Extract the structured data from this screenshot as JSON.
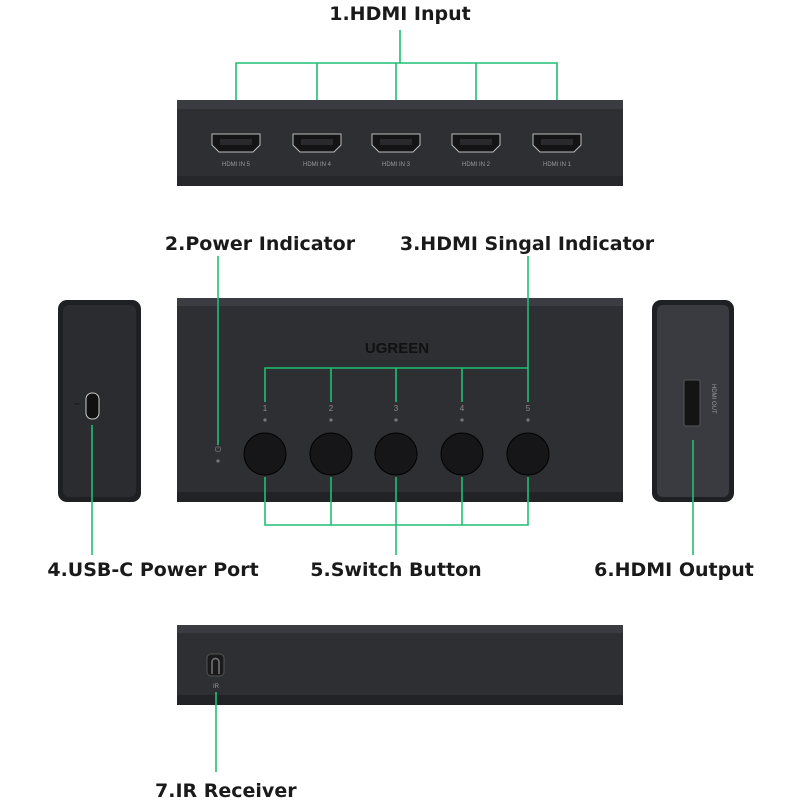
{
  "labels": {
    "hdmi_input": "1.HDMI Input",
    "power_indicator": "2.Power Indicator",
    "signal_indicator": "3.HDMI Singal Indicator",
    "usbc_port": "4.USB-C Power Port",
    "switch_button": "5.Switch Button",
    "hdmi_output": "6.HDMI Output",
    "ir_receiver": "7.IR Receiver"
  },
  "ports": [
    "HDMI IN 5",
    "HDMI IN 4",
    "HDMI IN 3",
    "HDMI IN 2",
    "HDMI IN 1"
  ],
  "brand": "UGREEN",
  "channels": [
    "1",
    "2",
    "3",
    "4",
    "5"
  ],
  "power_symbol": "⏻",
  "hdmi_out_label": "HDMI OUT",
  "ir_label": "IR",
  "colors": {
    "callout_line": "#1fbf73",
    "device_body": "#2e2f33",
    "background": "#ffffff"
  }
}
